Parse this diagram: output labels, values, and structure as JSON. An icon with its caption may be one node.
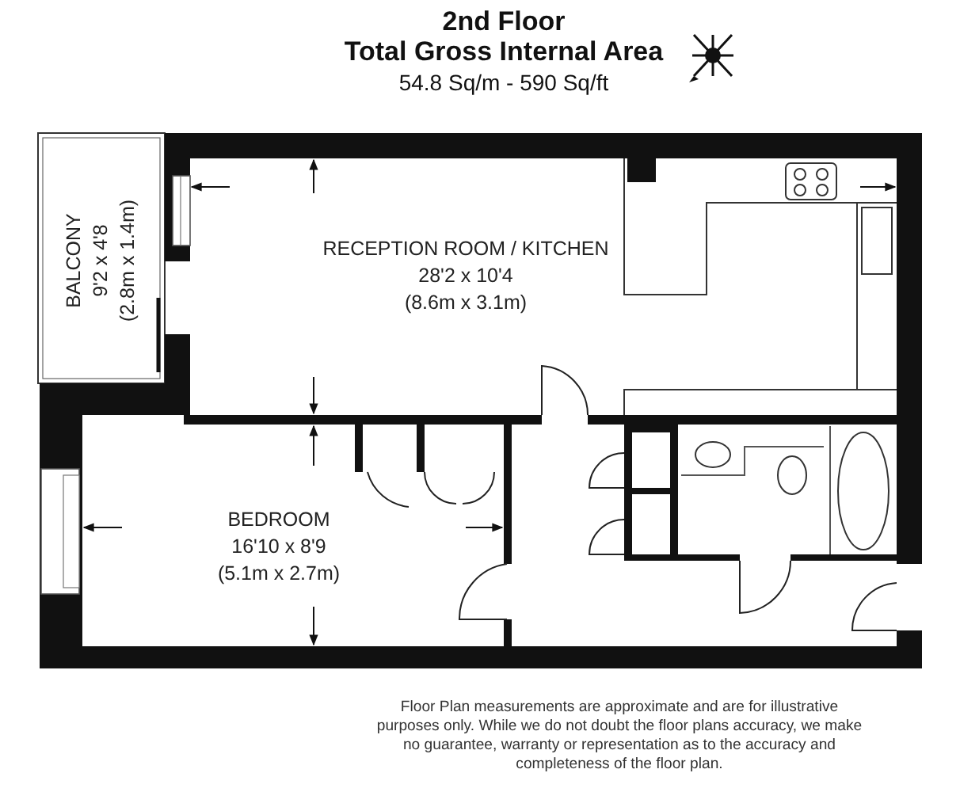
{
  "diagram": {
    "title": "2nd Floor",
    "caption": "Floor Plan measurements are approximate and are for illustrative purposes only. While we do not doubt the floor plans accuracy, we make no guarantee, warranty or representation as to the accuracy and completeness of the floor plan.",
    "nodes": [
      {
        "text": [
          "RECEPTION ROOM / KITCHEN",
          "28'2 x 10'4",
          "(8.6m x 3.1m)"
        ]
      },
      {
        "text": [
          "BALCONY",
          "9'2 x 4'8",
          "(2.8m x 1.4m)"
        ]
      },
      {
        "text": [
          "BEDROOM",
          "16'10 x 8'9",
          "(5.1m x 2.7m)"
        ]
      }
    ],
    "labels": [
      "Total Gross Internal Area",
      "54.8 Sq/m - 590 Sq/ft"
    ]
  }
}
